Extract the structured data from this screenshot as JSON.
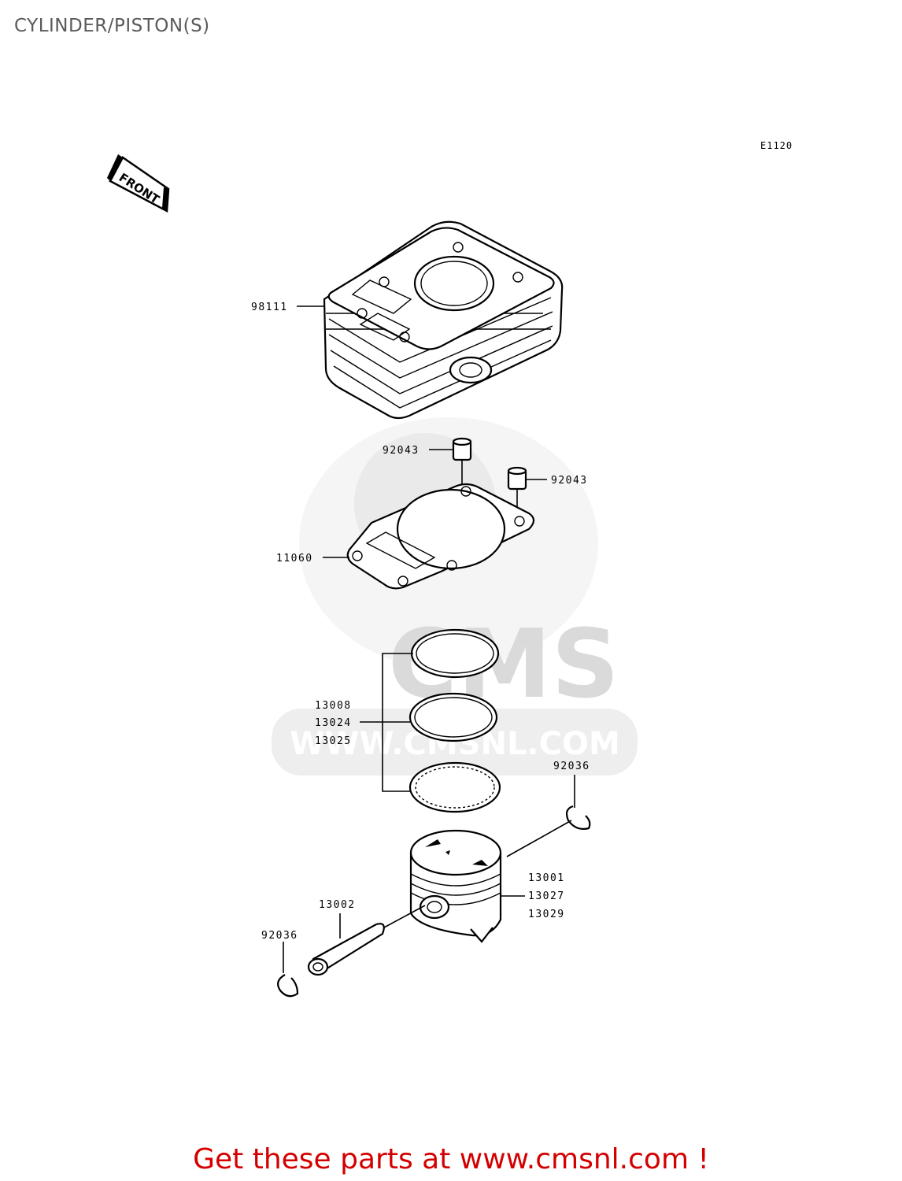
{
  "page": {
    "title": "CYLINDER/PISTON(S)",
    "diagram_code": "E1120",
    "promo_text": "Get these parts at www.cmsnl.com !"
  },
  "direction_marker": {
    "text": "FRONT",
    "icon": "arrow-icon"
  },
  "watermark": {
    "text_big": "CMS",
    "text_url": "WWW.CMSNL.COM"
  },
  "parts": {
    "cylinder": "98111",
    "dowel_left": "92043",
    "dowel_right": "92043",
    "gasket": "11060",
    "ring_1": "13008",
    "ring_2": "13024",
    "ring_3": "13025",
    "clip_right": "92036",
    "piston_1": "13001",
    "piston_2": "13027",
    "piston_3": "13029",
    "pin": "13002",
    "clip_left": "92036"
  }
}
